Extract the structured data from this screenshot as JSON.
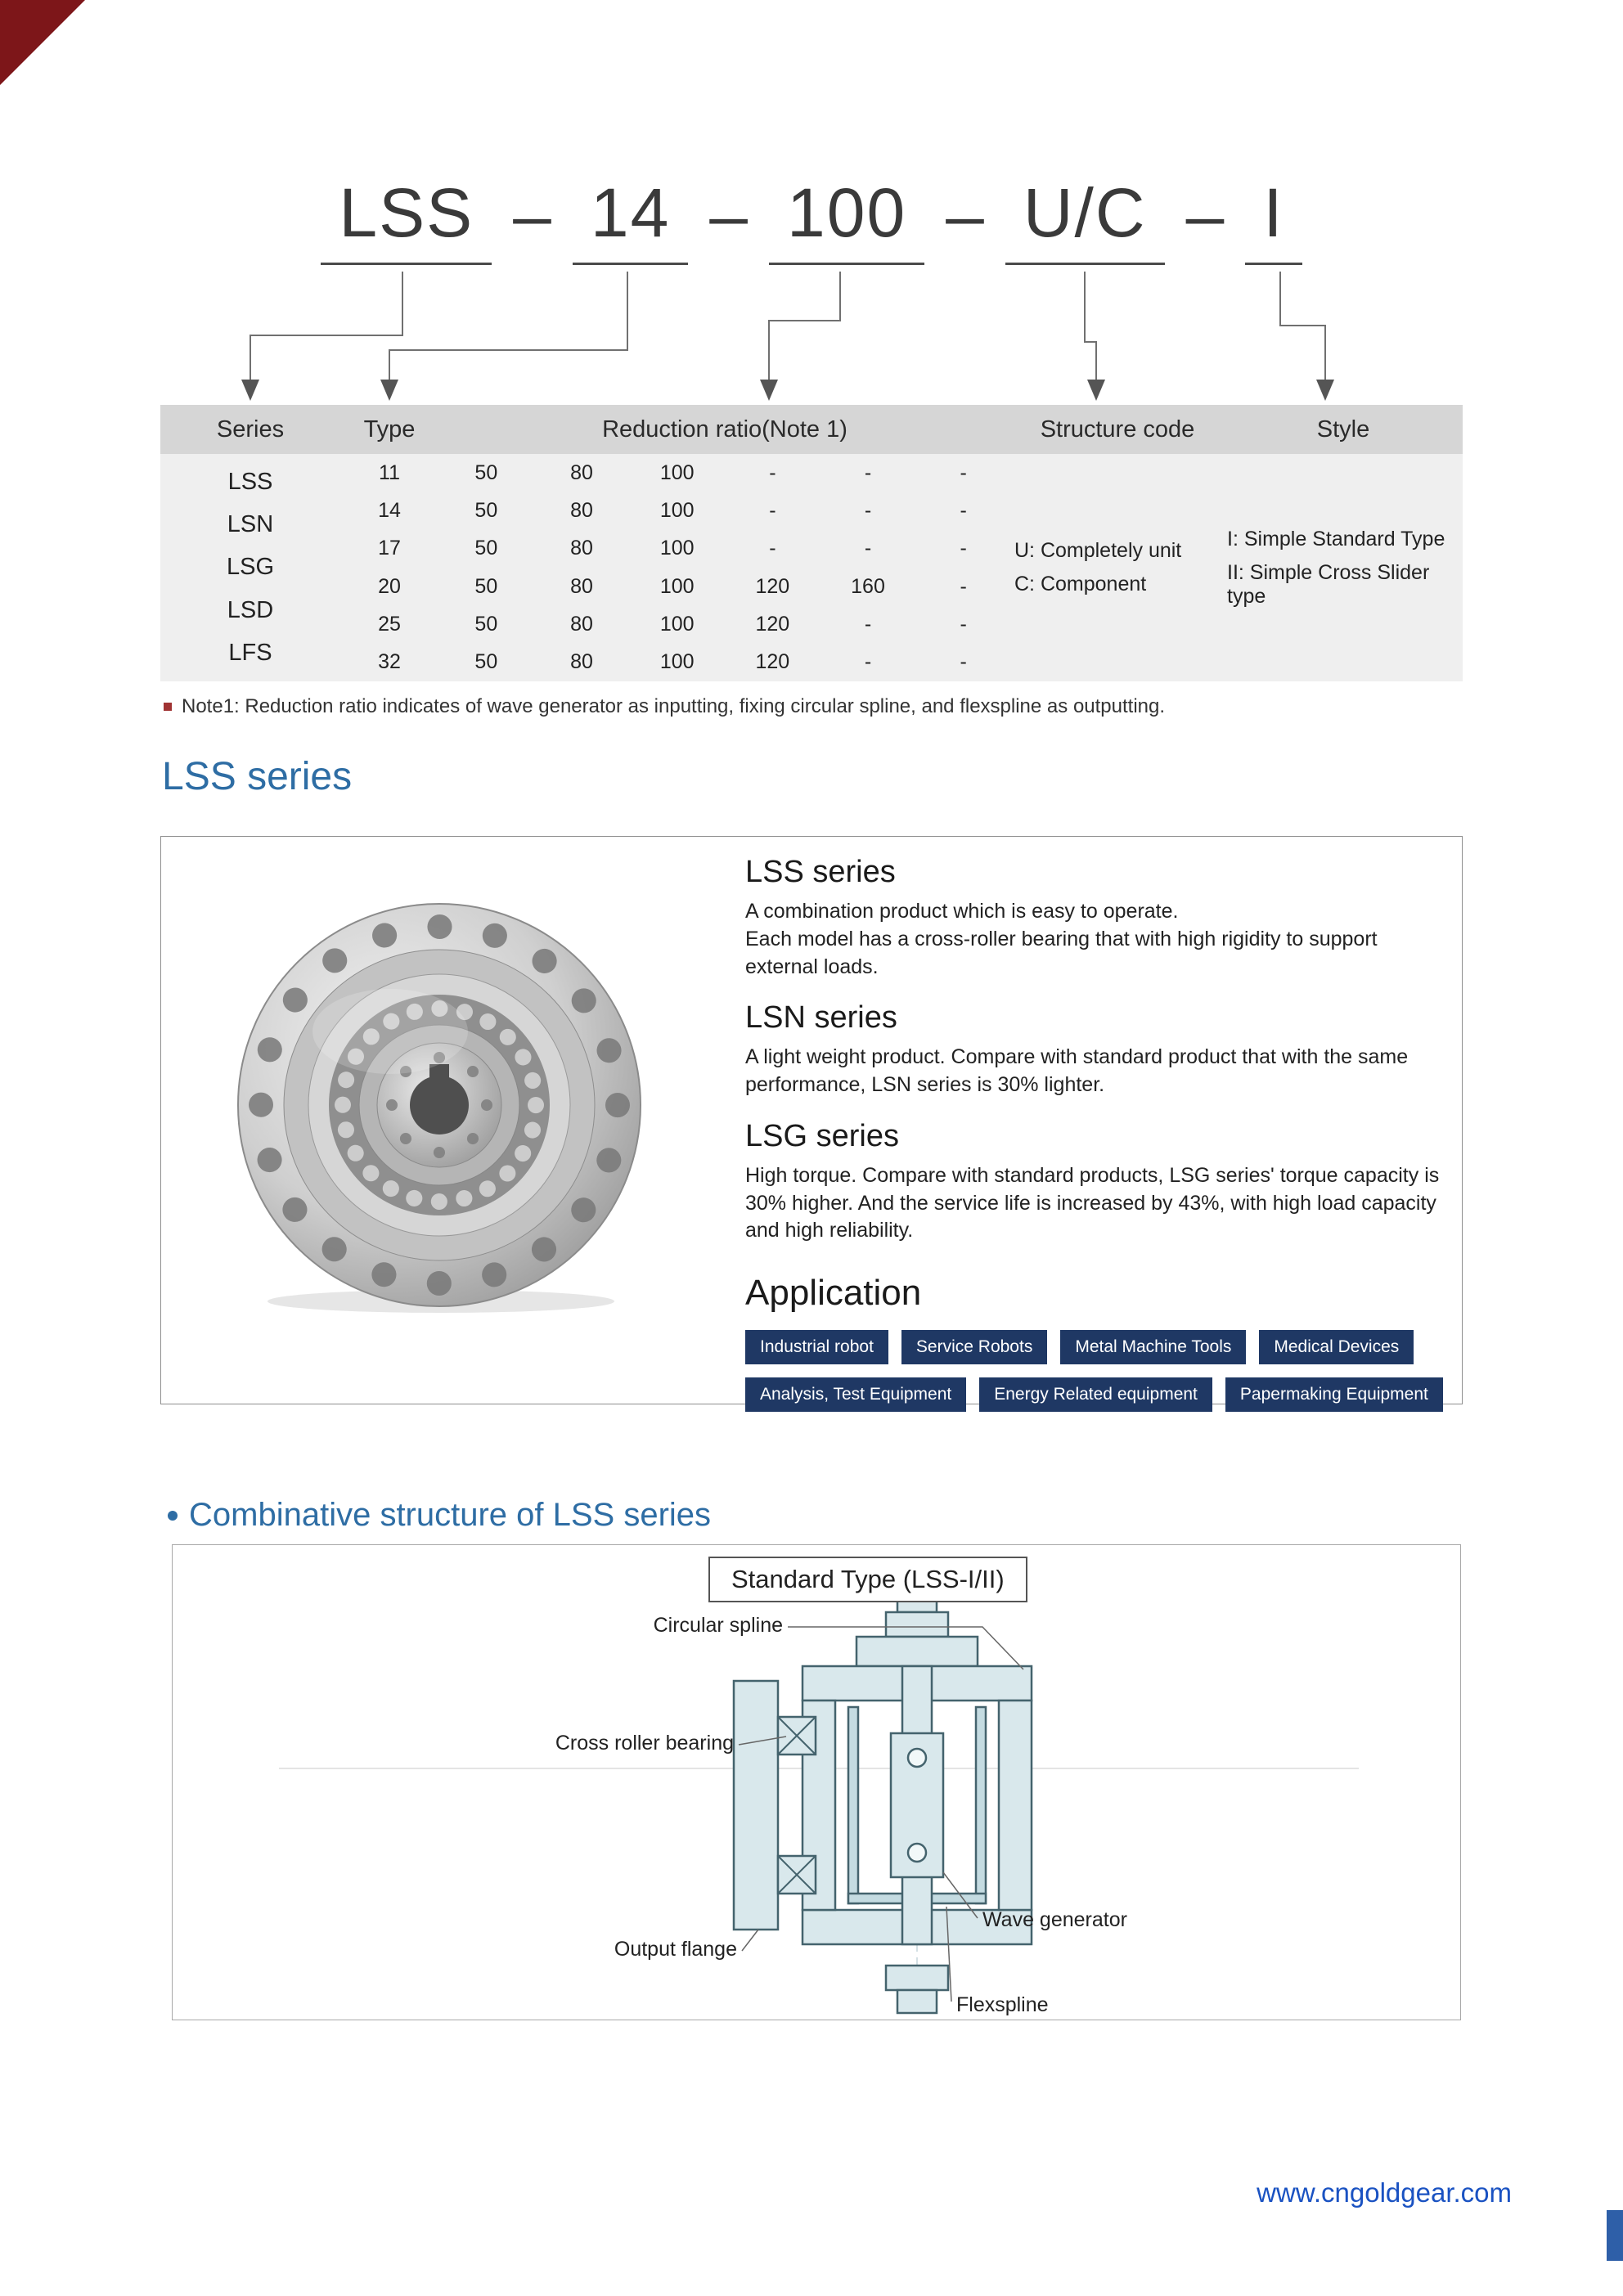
{
  "model_code": {
    "segments": [
      "LSS",
      "14",
      "100",
      "U/C",
      "I"
    ],
    "separator": "–"
  },
  "table": {
    "headers": {
      "series": "Series",
      "type": "Type",
      "ratio": "Reduction ratio(Note 1)",
      "structure": "Structure code",
      "style": "Style"
    },
    "series": [
      "LSS",
      "LSN",
      "LSG",
      "LSD",
      "LFS"
    ],
    "rows": [
      {
        "type": "11",
        "ratios": [
          "50",
          "80",
          "100",
          "-",
          "-",
          "-"
        ]
      },
      {
        "type": "14",
        "ratios": [
          "50",
          "80",
          "100",
          "-",
          "-",
          "-"
        ]
      },
      {
        "type": "17",
        "ratios": [
          "50",
          "80",
          "100",
          "-",
          "-",
          "-"
        ]
      },
      {
        "type": "20",
        "ratios": [
          "50",
          "80",
          "100",
          "120",
          "160",
          "-"
        ]
      },
      {
        "type": "25",
        "ratios": [
          "50",
          "80",
          "100",
          "120",
          "-",
          "-"
        ]
      },
      {
        "type": "32",
        "ratios": [
          "50",
          "80",
          "100",
          "120",
          "-",
          "-"
        ]
      }
    ],
    "structure_code": [
      "U: Completely unit",
      "C: Component"
    ],
    "style": [
      "I: Simple Standard Type",
      "II: Simple Cross Slider type"
    ]
  },
  "note": "Note1: Reduction ratio indicates of wave generator as inputting, fixing circular spline, and flexspline as outputting.",
  "section": {
    "lss_heading": "LSS series"
  },
  "series_info": [
    {
      "title": "LSS series",
      "text": "A combination product which is easy to operate.\nEach model has a cross-roller bearing that with high rigidity to support\nexternal loads."
    },
    {
      "title": "LSN series",
      "text": "A light weight product. Compare with standard product that with the same\nperformance, LSN series is 30% lighter."
    },
    {
      "title": "LSG series",
      "text": "High torque. Compare with standard products, LSG series' torque capacity is\n30% higher. And the service life is increased by 43%, with high load capacity\nand high reliability."
    }
  ],
  "application": {
    "title": "Application",
    "row1": [
      "Industrial robot",
      "Service Robots",
      "Metal Machine Tools",
      "Medical Devices"
    ],
    "row2": [
      "Analysis, Test Equipment",
      "Energy Related equipment",
      "Papermaking Equipment"
    ]
  },
  "combinative": {
    "heading": "Combinative structure of LSS series"
  },
  "diagram": {
    "title": "Standard Type (LSS-I/II)",
    "labels": {
      "circular_spline": "Circular spline",
      "cross_roller_bearing": "Cross roller bearing",
      "output_flange": "Output flange",
      "wave_generator": "Wave generator",
      "flexspline": "Flexspline"
    }
  },
  "footer": {
    "website": "www.cngoldgear.com"
  },
  "colors": {
    "heading_blue": "#2e6da4",
    "tag_navy": "#1f3864",
    "link_blue": "#1a52c2",
    "note_red": "#a03333",
    "corner_red": "#7d1619"
  }
}
